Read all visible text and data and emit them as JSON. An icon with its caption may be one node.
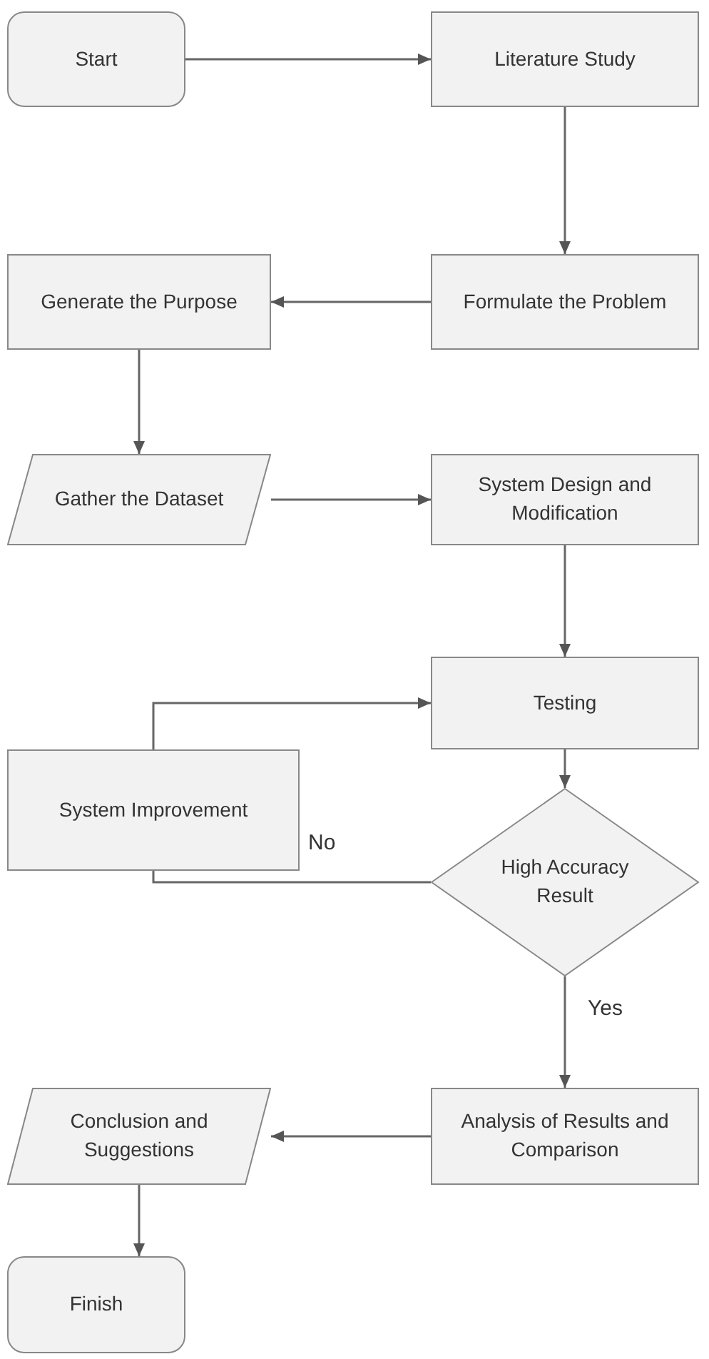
{
  "diagram": {
    "nodes": [
      {
        "text": [
          "Start"
        ]
      },
      {
        "text": [
          "Literature Study"
        ]
      },
      {
        "text": [
          "Generate the Purpose"
        ]
      },
      {
        "text": [
          "Formulate the Problem"
        ]
      },
      {
        "text": [
          "Gather the Dataset"
        ]
      },
      {
        "text": [
          "System Design and Modification"
        ]
      },
      {
        "text": [
          "Testing"
        ]
      },
      {
        "text": [
          "System Improvement"
        ]
      },
      {
        "text": [
          "High Accuracy Result"
        ]
      },
      {
        "text": [
          "Conclusion and Suggestions"
        ]
      },
      {
        "text": [
          "Analysis of Results and Comparison"
        ]
      },
      {
        "text": [
          "Finish"
        ]
      }
    ],
    "edges": [
      {
        "from": 0,
        "to": 1,
        "arrow": "to"
      },
      {
        "from": 1,
        "to": 3,
        "arrow": "to"
      },
      {
        "from": 3,
        "to": 2,
        "arrow": "to"
      },
      {
        "from": 2,
        "to": 4,
        "arrow": "to"
      },
      {
        "from": 4,
        "to": 5,
        "arrow": "to"
      },
      {
        "from": 5,
        "to": 6,
        "arrow": "to"
      },
      {
        "from": 6,
        "to": 8,
        "arrow": "to"
      },
      {
        "from": 8,
        "to": 7,
        "arrow": "none",
        "label": "No"
      },
      {
        "from": 7,
        "to": 6,
        "arrow": "to"
      },
      {
        "from": 8,
        "to": 10,
        "arrow": "to",
        "label": "Yes"
      },
      {
        "from": 10,
        "to": 9,
        "arrow": "to"
      },
      {
        "from": 9,
        "to": 11,
        "arrow": "to"
      }
    ]
  }
}
